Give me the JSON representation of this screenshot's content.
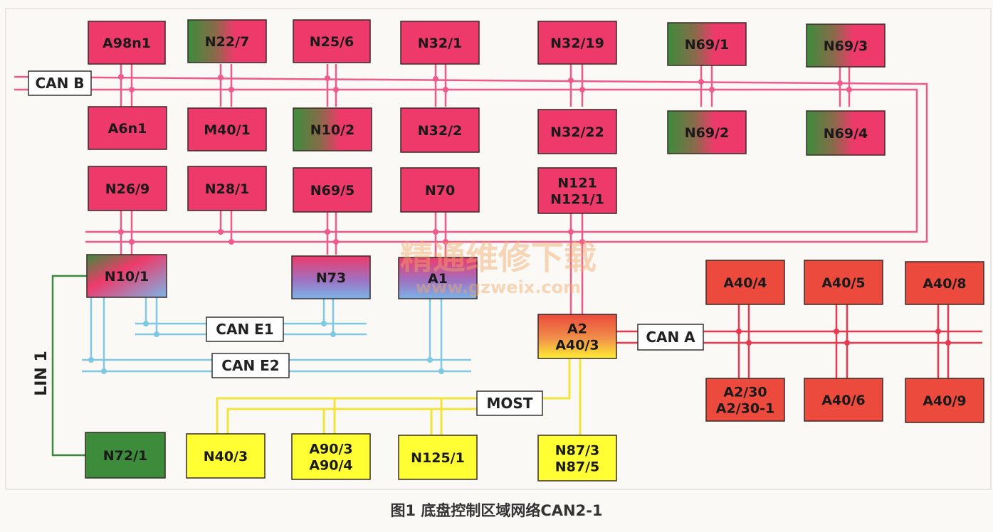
{
  "caption": "图1 底盘控制区域网络CAN2-1",
  "watermark": {
    "line1": "精通维修下载",
    "line2": "www.gzweix.com"
  },
  "buses": {
    "can_b": "CAN B",
    "can_e1": "CAN E1",
    "can_e2": "CAN E2",
    "can_a": "CAN A",
    "most": "MOST",
    "lin1": "LIN 1"
  },
  "nodes": {
    "a98n1": {
      "lines": [
        "A98n1"
      ],
      "fill": "pink"
    },
    "n22_7": {
      "lines": [
        "N22/7"
      ],
      "fill": "green-pink"
    },
    "n25_6": {
      "lines": [
        "N25/6"
      ],
      "fill": "pink"
    },
    "n32_1": {
      "lines": [
        "N32/1"
      ],
      "fill": "pink"
    },
    "n32_19": {
      "lines": [
        "N32/19"
      ],
      "fill": "pink"
    },
    "n69_1": {
      "lines": [
        "N69/1"
      ],
      "fill": "green-pink"
    },
    "n69_3": {
      "lines": [
        "N69/3"
      ],
      "fill": "green-pink"
    },
    "a6n1": {
      "lines": [
        "A6n1"
      ],
      "fill": "pink"
    },
    "m40_1": {
      "lines": [
        "M40/1"
      ],
      "fill": "pink"
    },
    "n10_2": {
      "lines": [
        "N10/2"
      ],
      "fill": "green-pink"
    },
    "n32_2": {
      "lines": [
        "N32/2"
      ],
      "fill": "pink"
    },
    "n32_22": {
      "lines": [
        "N32/22"
      ],
      "fill": "pink"
    },
    "n69_2": {
      "lines": [
        "N69/2"
      ],
      "fill": "green-pink"
    },
    "n69_4": {
      "lines": [
        "N69/4"
      ],
      "fill": "green-pink"
    },
    "n26_9": {
      "lines": [
        "N26/9"
      ],
      "fill": "pink"
    },
    "n28_1": {
      "lines": [
        "N28/1"
      ],
      "fill": "pink"
    },
    "n69_5": {
      "lines": [
        "N69/5"
      ],
      "fill": "pink"
    },
    "n70": {
      "lines": [
        "N70"
      ],
      "fill": "pink"
    },
    "n121": {
      "lines": [
        "N121",
        "N121/1"
      ],
      "fill": "pink"
    },
    "n10_1": {
      "lines": [
        "N10/1"
      ],
      "fill": "green-pink-blue"
    },
    "n73": {
      "lines": [
        "N73"
      ],
      "fill": "pink-blue"
    },
    "a1": {
      "lines": [
        "A1"
      ],
      "fill": "pink-blue"
    },
    "a2": {
      "lines": [
        "A2",
        "A40/3"
      ],
      "fill": "red-yellow"
    },
    "a40_4": {
      "lines": [
        "A40/4"
      ],
      "fill": "red"
    },
    "a40_5": {
      "lines": [
        "A40/5"
      ],
      "fill": "red"
    },
    "a40_8": {
      "lines": [
        "A40/8"
      ],
      "fill": "red"
    },
    "a2_30": {
      "lines": [
        "A2/30",
        "A2/30-1"
      ],
      "fill": "red"
    },
    "a40_6": {
      "lines": [
        "A40/6"
      ],
      "fill": "red"
    },
    "a40_9": {
      "lines": [
        "A40/9"
      ],
      "fill": "red"
    },
    "n72_1": {
      "lines": [
        "N72/1"
      ],
      "fill": "green"
    },
    "n40_3": {
      "lines": [
        "N40/3"
      ],
      "fill": "yellow"
    },
    "a90_3": {
      "lines": [
        "A90/3",
        "A90/4"
      ],
      "fill": "yellow"
    },
    "n125_1": {
      "lines": [
        "N125/1"
      ],
      "fill": "yellow"
    },
    "n87_3": {
      "lines": [
        "N87/3",
        "N87/5"
      ],
      "fill": "yellow"
    }
  },
  "colors": {
    "can_b_bus": "#f05a8a",
    "can_e_bus": "#7ec8e3",
    "can_a_bus": "#e8384f",
    "most_bus": "#f3e43a",
    "lin_bus": "#3a8a3a",
    "node_pink": "#ee3a6a",
    "node_red": "#ec4a3c",
    "node_green": "#3c8c3c",
    "node_yellow": "#ffff33",
    "node_blue": "#7ab4e8"
  }
}
